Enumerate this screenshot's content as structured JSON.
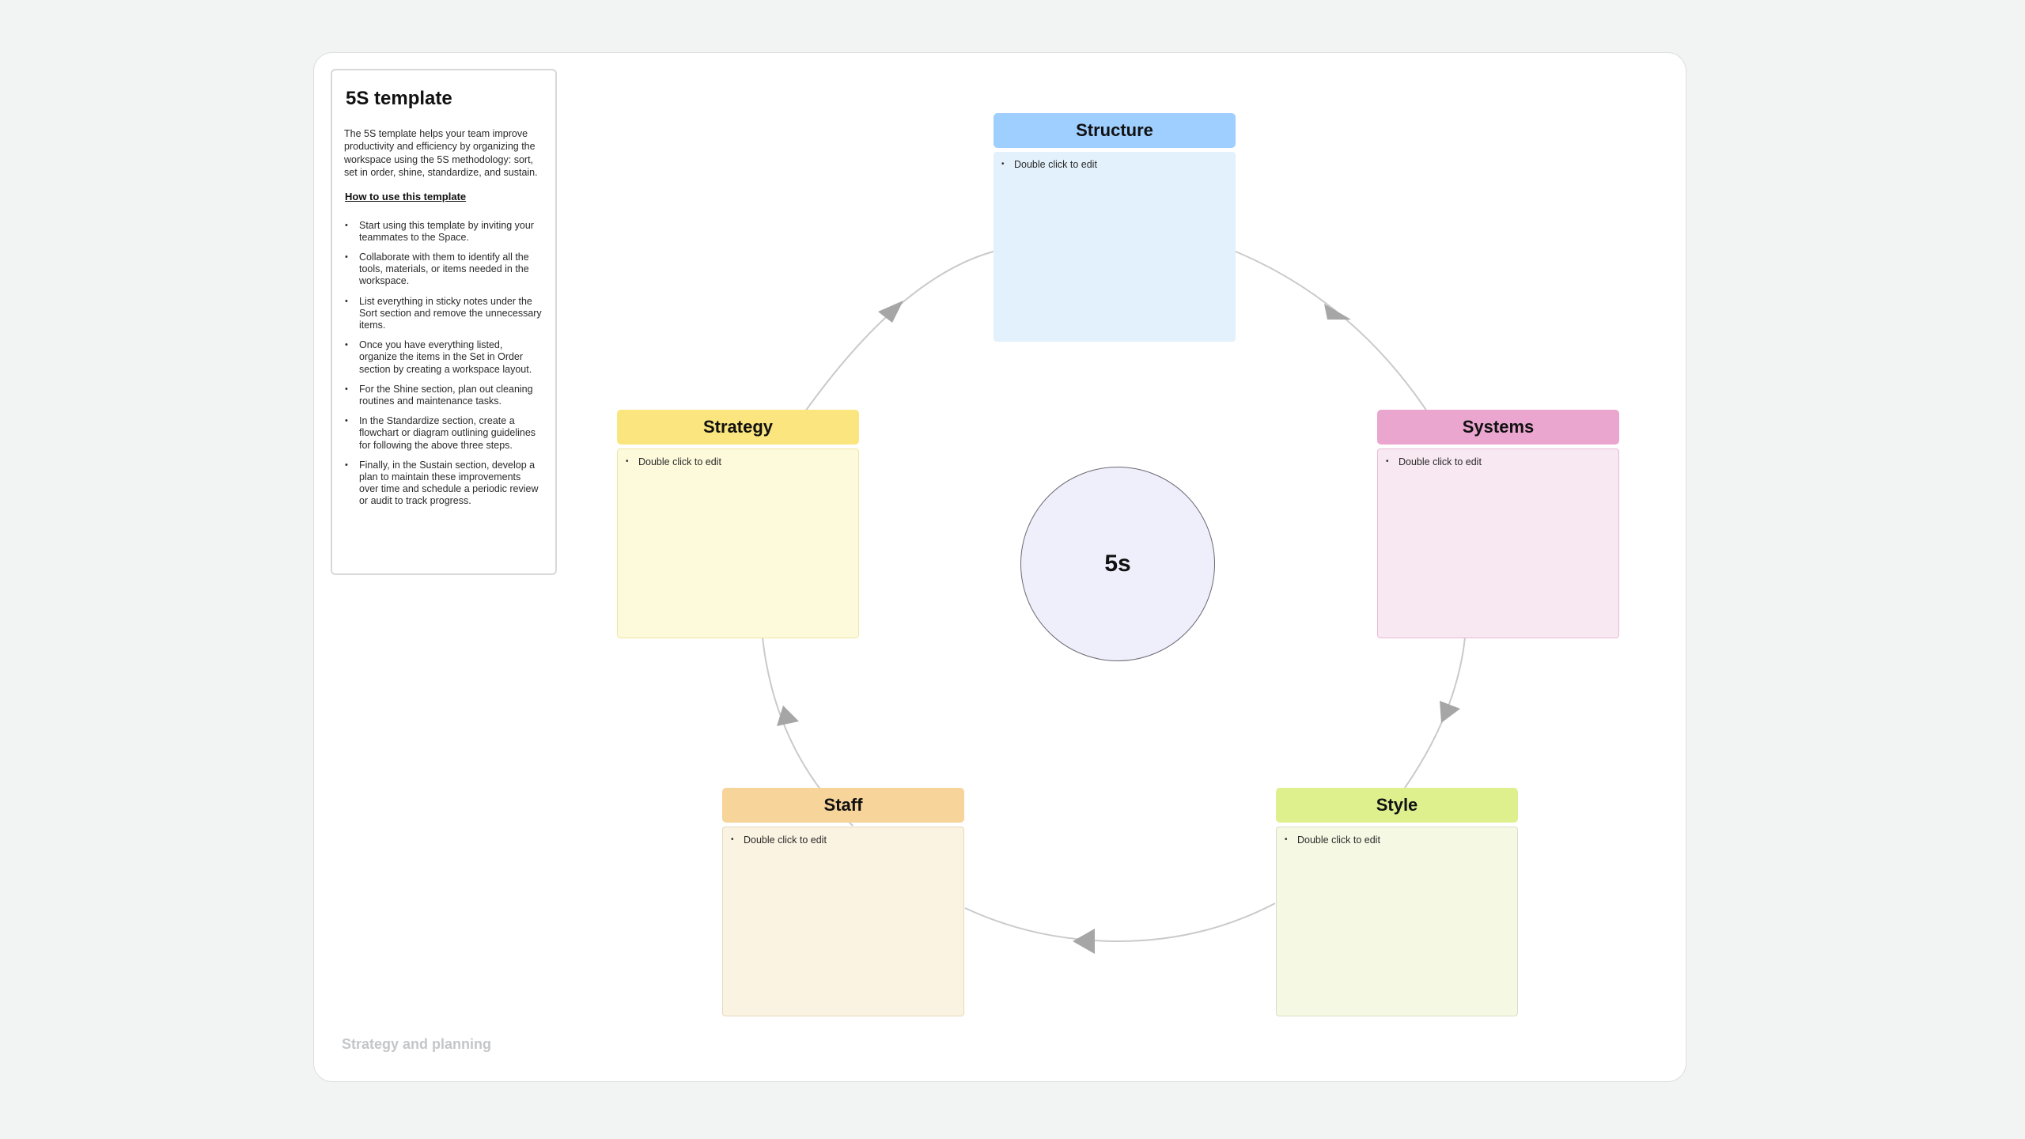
{
  "info": {
    "title": "5S template",
    "description": "The 5S template helps your team improve productivity and efficiency by organizing the workspace using the 5S methodology: sort, set in order, shine, standardize, and sustain.",
    "how_to_heading": "How to use this template",
    "steps": [
      "Start using this template by inviting your teammates to the Space.",
      "Collaborate with them to identify all the tools, materials, or items needed in the workspace.",
      "List everything in sticky notes under the Sort section and remove the unnecessary items.",
      "Once you have everything listed, organize the items in the Set in Order section by creating a workspace layout.",
      "For the Shine section, plan out cleaning routines and maintenance tasks.",
      "In the Standardize section, create a flowchart or diagram outlining guidelines for following the above three steps.",
      "Finally, in the Sustain section, develop a plan to maintain these improvements over time and schedule a periodic review or audit to track progress."
    ]
  },
  "center": {
    "label": "5s"
  },
  "cards": {
    "structure": {
      "title": "Structure",
      "item": "Double click to edit"
    },
    "systems": {
      "title": "Systems",
      "item": "Double click to edit"
    },
    "style": {
      "title": "Style",
      "item": "Double click to edit"
    },
    "staff": {
      "title": "Staff",
      "item": "Double click to edit"
    },
    "strategy": {
      "title": "Strategy",
      "item": "Double click to edit"
    }
  },
  "colors": {
    "structure_header": "#9fcfff",
    "structure_body": "#e3f1fc",
    "systems_header": "#eba6cf",
    "systems_body": "#f8e8f2",
    "style_header": "#def08e",
    "style_body": "#f5f9e3",
    "staff_header": "#f6d49a",
    "staff_body": "#fbf3e1",
    "strategy_header": "#fbe57e",
    "strategy_body": "#fdf9db",
    "center_fill": "#efeefb",
    "connector": "#c9cacc",
    "arrowhead": "#a6a6a6"
  },
  "footer": {
    "tag": "Strategy and planning"
  }
}
